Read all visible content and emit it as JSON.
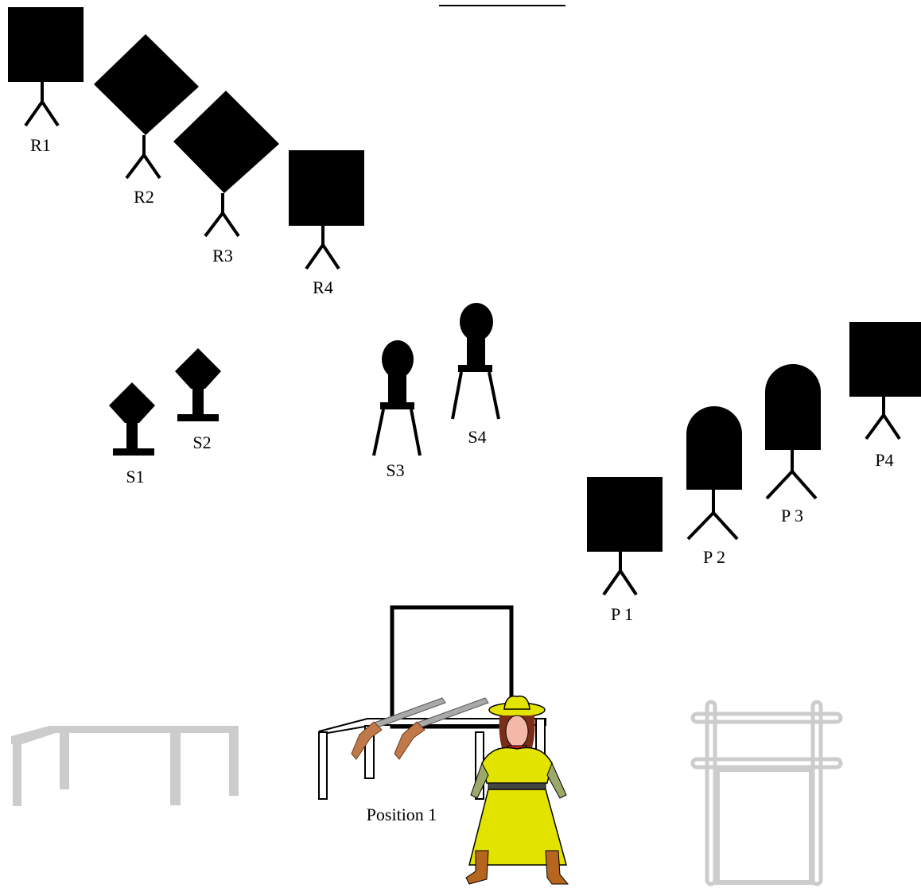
{
  "header": {
    "title": ""
  },
  "targets": {
    "rifle": [
      {
        "id": "R1",
        "label": "R1"
      },
      {
        "id": "R2",
        "label": "R2"
      },
      {
        "id": "R3",
        "label": "R3"
      },
      {
        "id": "R4",
        "label": "R4"
      }
    ],
    "shotgun": [
      {
        "id": "S1",
        "label": "S1"
      },
      {
        "id": "S2",
        "label": "S2"
      },
      {
        "id": "S3",
        "label": "S3"
      },
      {
        "id": "S4",
        "label": "S4"
      }
    ],
    "pistol": [
      {
        "id": "P1",
        "label": "P 1"
      },
      {
        "id": "P2",
        "label": "P 2"
      },
      {
        "id": "P3",
        "label": "P 3"
      },
      {
        "id": "P4",
        "label": "P4"
      }
    ]
  },
  "position": {
    "label": "Position 1"
  },
  "colors": {
    "target_fill": "#000000",
    "prop_gray": "#cccccc",
    "shooter_dress": "#e3e300",
    "shooter_boots": "#b5651d",
    "rifle_stock": "#c07a4a"
  }
}
